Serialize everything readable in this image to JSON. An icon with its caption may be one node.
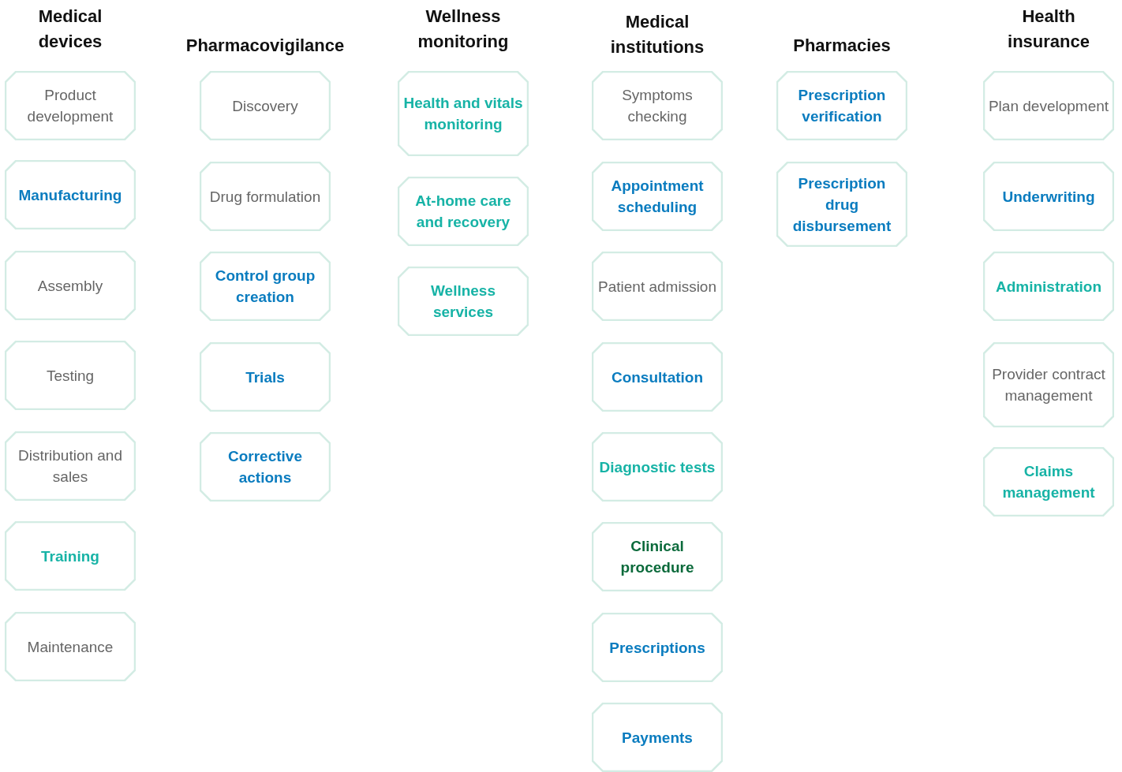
{
  "diagram": {
    "nodes": [
      {
        "text": [
          "Product development"
        ]
      },
      {
        "text": [
          "Manufacturing"
        ]
      },
      {
        "text": [
          "Assembly"
        ]
      },
      {
        "text": [
          "Testing"
        ]
      },
      {
        "text": [
          "Distribution and sales"
        ]
      },
      {
        "text": [
          "Training"
        ]
      },
      {
        "text": [
          "Maintenance"
        ]
      },
      {
        "text": [
          "Discovery"
        ]
      },
      {
        "text": [
          "Drug formulation"
        ]
      },
      {
        "text": [
          "Control group creation"
        ]
      },
      {
        "text": [
          "Trials"
        ]
      },
      {
        "text": [
          "Corrective actions"
        ]
      },
      {
        "text": [
          "Health and vitals monitoring"
        ]
      },
      {
        "text": [
          "At-home care and recovery"
        ]
      },
      {
        "text": [
          "Wellness services"
        ]
      },
      {
        "text": [
          "Symptoms checking"
        ]
      },
      {
        "text": [
          "Appointment scheduling"
        ]
      },
      {
        "text": [
          "Patient admission"
        ]
      },
      {
        "text": [
          "Consultation"
        ]
      },
      {
        "text": [
          "Diagnostic tests"
        ]
      },
      {
        "text": [
          "Clinical procedure"
        ]
      },
      {
        "text": [
          "Prescriptions"
        ]
      },
      {
        "text": [
          "Payments"
        ]
      },
      {
        "text": [
          "Prescription verification"
        ]
      },
      {
        "text": [
          "Prescription drug disbursement"
        ]
      },
      {
        "text": [
          "Plan development"
        ]
      },
      {
        "text": [
          "Underwriting"
        ]
      },
      {
        "text": [
          "Administration"
        ]
      },
      {
        "text": [
          "Provider contract management"
        ]
      },
      {
        "text": [
          "Claims management"
        ]
      }
    ],
    "edges": [],
    "labels": [
      "Medical devices",
      "Pharmacovigilance",
      "Wellness monitoring",
      "Medical institutions",
      "Pharmacies",
      "Health insurance"
    ]
  }
}
